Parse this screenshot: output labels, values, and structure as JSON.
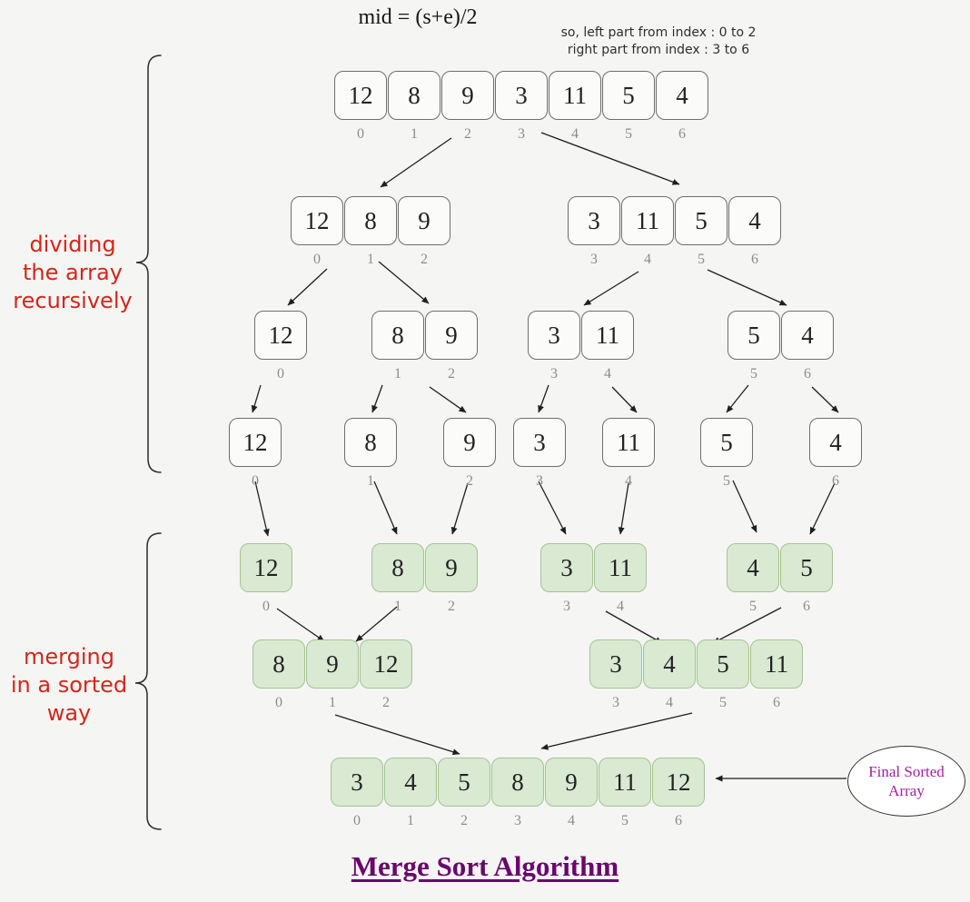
{
  "header": {
    "formula": "mid = (s+e)/2",
    "note_line1": "so, left part from index : 0 to 2",
    "note_line2": "right part from index : 3 to 6"
  },
  "side_labels": {
    "dividing": {
      "line1": "dividing",
      "line2": "the array",
      "line3": "recursively"
    },
    "merging": {
      "line1": "merging",
      "line2": "in a sorted",
      "line3": "way"
    }
  },
  "levels": [
    {
      "name": "level-1-original",
      "groups": [
        {
          "values": [
            12,
            8,
            9,
            3,
            11,
            5,
            4
          ],
          "indices": [
            0,
            1,
            2,
            3,
            4,
            5,
            6
          ],
          "state": "plain"
        }
      ]
    },
    {
      "name": "level-2-split",
      "groups": [
        {
          "values": [
            12,
            8,
            9
          ],
          "indices": [
            0,
            1,
            2
          ],
          "state": "plain"
        },
        {
          "values": [
            3,
            11,
            5,
            4
          ],
          "indices": [
            3,
            4,
            5,
            6
          ],
          "state": "plain"
        }
      ]
    },
    {
      "name": "level-3-split",
      "groups": [
        {
          "values": [
            12
          ],
          "indices": [
            0
          ],
          "state": "plain"
        },
        {
          "values": [
            8,
            9
          ],
          "indices": [
            1,
            2
          ],
          "state": "plain"
        },
        {
          "values": [
            3,
            11
          ],
          "indices": [
            3,
            4
          ],
          "state": "plain"
        },
        {
          "values": [
            5,
            4
          ],
          "indices": [
            5,
            6
          ],
          "state": "plain"
        }
      ]
    },
    {
      "name": "level-4-singles",
      "groups": [
        {
          "values": [
            12
          ],
          "indices": [
            0
          ],
          "state": "plain"
        },
        {
          "values": [
            8
          ],
          "indices": [
            1
          ],
          "state": "plain"
        },
        {
          "values": [
            9
          ],
          "indices": [
            2
          ],
          "state": "plain"
        },
        {
          "values": [
            3
          ],
          "indices": [
            3
          ],
          "state": "plain"
        },
        {
          "values": [
            11
          ],
          "indices": [
            4
          ],
          "state": "plain"
        },
        {
          "values": [
            5
          ],
          "indices": [
            5
          ],
          "state": "plain"
        },
        {
          "values": [
            4
          ],
          "indices": [
            6
          ],
          "state": "plain"
        }
      ]
    },
    {
      "name": "level-5-merge",
      "groups": [
        {
          "values": [
            12
          ],
          "indices": [
            0
          ],
          "state": "merged"
        },
        {
          "values": [
            8,
            9
          ],
          "indices": [
            1,
            2
          ],
          "state": "merged"
        },
        {
          "values": [
            3,
            11
          ],
          "indices": [
            3,
            4
          ],
          "state": "merged"
        },
        {
          "values": [
            4,
            5
          ],
          "indices": [
            5,
            6
          ],
          "state": "merged"
        }
      ]
    },
    {
      "name": "level-6-merge",
      "groups": [
        {
          "values": [
            8,
            9,
            12
          ],
          "indices": [
            0,
            1,
            2
          ],
          "state": "merged"
        },
        {
          "values": [
            3,
            4,
            5,
            11
          ],
          "indices": [
            3,
            4,
            5,
            6
          ],
          "state": "merged"
        }
      ]
    },
    {
      "name": "level-7-final",
      "groups": [
        {
          "values": [
            3,
            4,
            5,
            8,
            9,
            11,
            12
          ],
          "indices": [
            0,
            1,
            2,
            3,
            4,
            5,
            6
          ],
          "state": "merged"
        }
      ]
    }
  ],
  "final_label": {
    "line1": "Final Sorted",
    "line2": "Array"
  },
  "title": "Merge Sort Algorithm",
  "colors": {
    "background": "#f5f5f3",
    "box_fill": "#fbfbf9",
    "box_border": "#6e6e6e",
    "merged_fill": "#d9e9d2",
    "merged_border": "#a3c493",
    "index_text": "#8c8c8c",
    "divider_label": "#d3271c",
    "final_label_text": "#a51fa5",
    "title_text": "#69066b",
    "arrow": "#1f1f1f"
  }
}
